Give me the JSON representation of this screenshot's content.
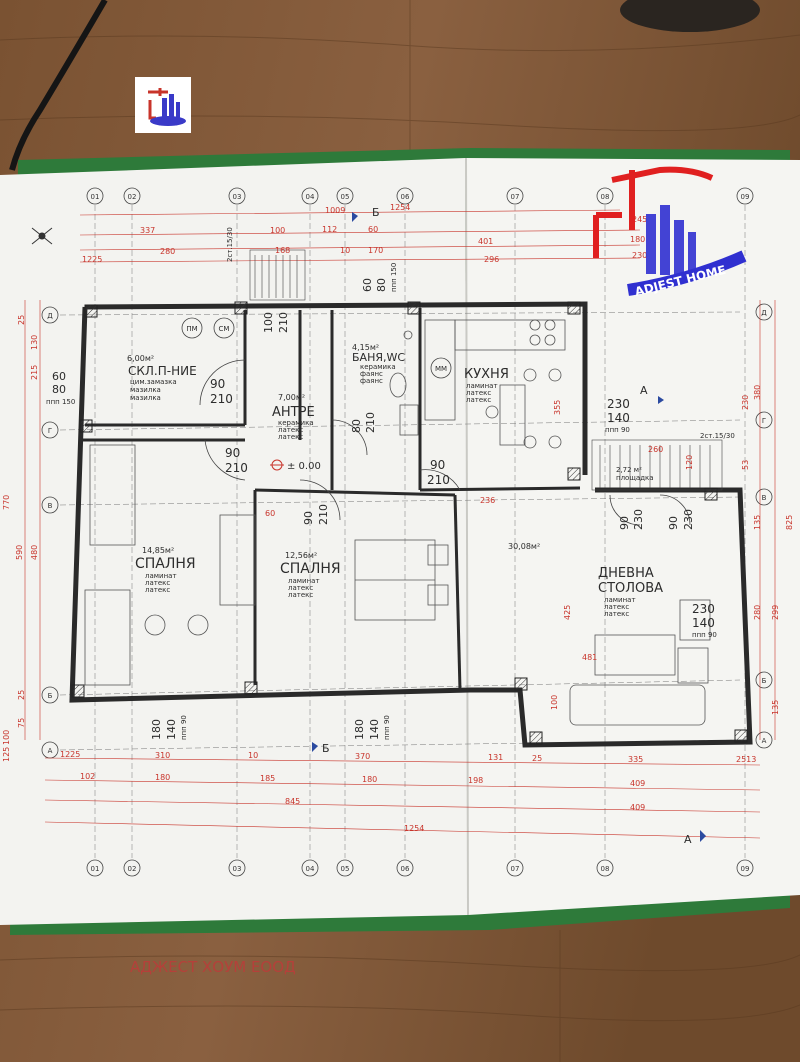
{
  "logo": {
    "brand_text": "ADJEST HOME"
  },
  "watermark": {
    "text": "АДЖЕСТ ХОУМ ЕООД"
  },
  "grid": {
    "columns": [
      "01",
      "02",
      "03",
      "04",
      "05",
      "06",
      "07",
      "08",
      "09"
    ],
    "rows_left": [
      "Д",
      "Г",
      "В",
      "Б",
      "А"
    ],
    "rows_right": [
      "Д",
      "Г",
      "В",
      "Б",
      "А"
    ]
  },
  "rooms": {
    "storage": {
      "area": "6,00м²",
      "name": "СКЛ.П-НИЕ",
      "finish1": "цим.замазка",
      "finish2": "мазилка",
      "finish3": "мазилка"
    },
    "hall": {
      "area": "7,00м²",
      "name": "АНТРЕ",
      "finish1": "керамика",
      "finish2": "латекс",
      "finish3": "латекс"
    },
    "bath": {
      "area": "4,15м²",
      "name": "БАНЯ,WC",
      "finish1": "керамика",
      "finish2": "фаянс",
      "finish3": "фаянс"
    },
    "kitchen": {
      "name": "КУХНЯ",
      "finish1": "ламинат",
      "finish2": "латекс",
      "finish3": "латекс"
    },
    "bedroom1": {
      "area": "14,85м²",
      "name": "СПАЛНЯ",
      "finish1": "ламинат",
      "finish2": "латекс",
      "finish3": "латекс"
    },
    "bedroom2": {
      "area": "12,56м²",
      "name": "СПАЛНЯ",
      "finish1": "ламинат",
      "finish2": "латекс",
      "finish3": "латекс"
    },
    "living": {
      "area": "30,08м²",
      "name1": "ДНЕВНА",
      "name2": "СТОЛОВА",
      "finish1": "ламинат",
      "finish2": "латекс",
      "finish3": "латекс"
    },
    "terrace": {
      "area": "2,72 м²",
      "name": "площадка",
      "stairs": "2ст.15/30"
    }
  },
  "appliances": {
    "pm": "ПМ",
    "sm": "СМ",
    "mm": "ММ"
  },
  "openings": {
    "storage_window": [
      "60",
      "80",
      "ппп 150"
    ],
    "storage_door": [
      "90",
      "210"
    ],
    "hall_top": [
      "100",
      "210"
    ],
    "bath_top": [
      "60",
      "80",
      "ппп 150"
    ],
    "bath_door": [
      "80",
      "210"
    ],
    "bed1_door": [
      "90",
      "210"
    ],
    "bed2_door": [
      "90",
      "210"
    ],
    "kitchen_door": [
      "90",
      "210"
    ],
    "kitchen_window": [
      "230",
      "140",
      "ппп 90"
    ],
    "living_door1": [
      "90",
      "230"
    ],
    "living_door2": [
      "90",
      "230"
    ],
    "living_window": [
      "230",
      "140",
      "ппп 90"
    ],
    "bed1_window": [
      "180",
      "140",
      "ппп 90"
    ],
    "bed2_window": [
      "180",
      "140",
      "ппп 90"
    ]
  },
  "level": "± 0.00",
  "top_stairs": "2ст.15/30",
  "section_marks": {
    "a": "А",
    "b": "Б"
  },
  "dims_top": {
    "row1": [
      "1009",
      "1254"
    ],
    "row2": [
      "337",
      "100",
      "112",
      "60",
      "401",
      "245"
    ],
    "row3": [
      "280",
      "168",
      "10",
      "170",
      "180"
    ],
    "row4": [
      "1225",
      "296",
      "230"
    ]
  },
  "dims_bottom": {
    "row1": [
      "1225",
      "310",
      "10",
      "370",
      "131",
      "25",
      "335",
      "2513"
    ],
    "row2": [
      "102",
      "180",
      "185",
      "180",
      "198",
      "409"
    ],
    "row3": [
      "845",
      "409"
    ],
    "row4": [
      "1254"
    ]
  },
  "dims_inner": [
    "236",
    "481",
    "425",
    "355",
    "260",
    "120",
    "100",
    "60"
  ],
  "dims_left": [
    "130",
    "215",
    "770",
    "590",
    "480",
    "100",
    "75",
    "25",
    "25",
    "125"
  ],
  "dims_right": [
    "380",
    "230",
    "53",
    "825",
    "135",
    "299",
    "280",
    "135"
  ]
}
